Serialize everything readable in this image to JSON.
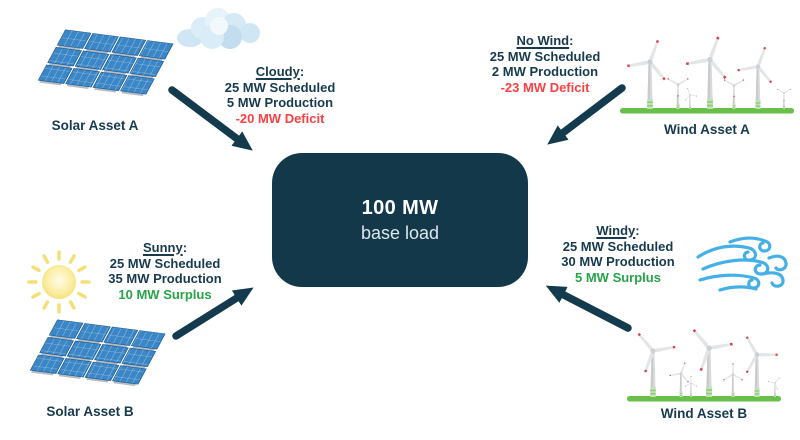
{
  "center": {
    "load": "100 MW",
    "sublabel": "base load"
  },
  "punctuation": {
    "colon": ":"
  },
  "assets": {
    "solar_a": {
      "name": "Solar Asset A",
      "condition": "Cloudy",
      "scheduled": "25 MW Scheduled",
      "production": "5 MW Production",
      "delta": "-20 MW Deficit",
      "delta_type": "deficit"
    },
    "wind_a": {
      "name": "Wind Asset A",
      "condition": "No Wind",
      "scheduled": "25 MW Scheduled",
      "production": "2 MW Production",
      "delta": "-23 MW Deficit",
      "delta_type": "deficit"
    },
    "solar_b": {
      "name": "Solar Asset B",
      "condition": "Sunny",
      "scheduled": "25 MW Scheduled",
      "production": "35 MW Production",
      "delta": "10 MW Surplus",
      "delta_type": "surplus"
    },
    "wind_b": {
      "name": "Wind Asset B",
      "condition": "Windy",
      "scheduled": "25 MW Scheduled",
      "production": "30 MW Production",
      "delta": "5 MW Surplus",
      "delta_type": "surplus"
    }
  },
  "icons": {
    "solar_array": "solar-panel-array-icon",
    "cloud": "cloud-icon",
    "sun": "sun-icon",
    "wind_turbines": "wind-turbines-icon",
    "wind_gust": "wind-gust-icon",
    "arrow": "flow-arrow"
  },
  "colors": {
    "navy_text": "#173a4e",
    "box_navy": "#123849",
    "arrow_navy": "#143a4e",
    "deficit_red": "#f94144",
    "surplus_green": "#27a348",
    "panel_blue": "#3a86c6",
    "ground_green": "#68bf4a",
    "gust_blue": "#45b0e5"
  }
}
